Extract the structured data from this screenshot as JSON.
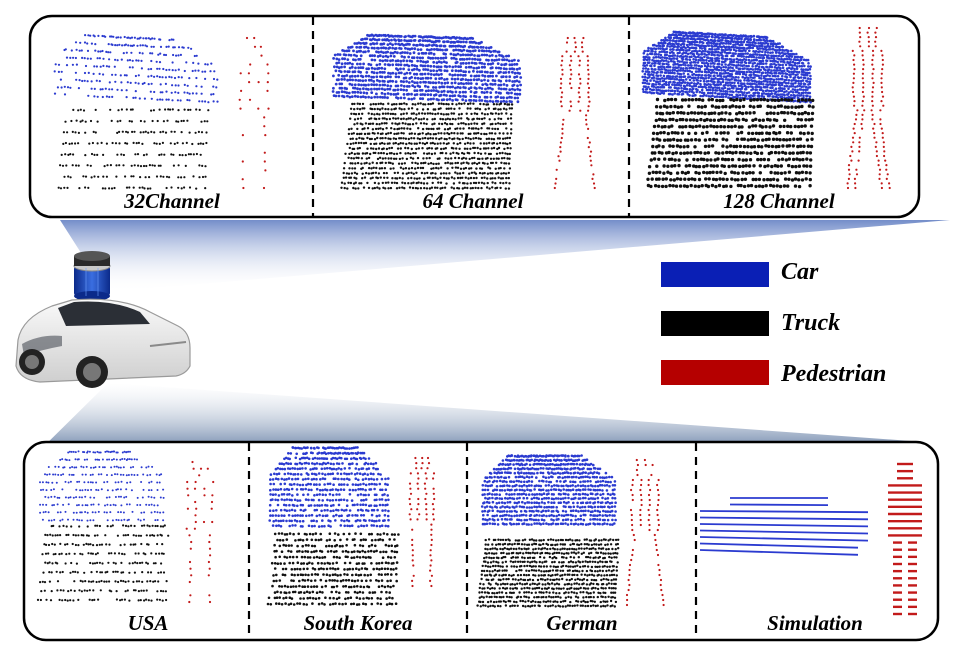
{
  "top_group": {
    "panels": [
      {
        "label": "32Channel"
      },
      {
        "label": "64 Channel"
      },
      {
        "label": "128 Channel"
      }
    ]
  },
  "bottom_group": {
    "panels": [
      {
        "label": "USA"
      },
      {
        "label": "South Korea"
      },
      {
        "label": "German"
      },
      {
        "label": "Simulation"
      }
    ]
  },
  "legend": {
    "items": [
      {
        "label": "Car",
        "color": "#0a1fb5"
      },
      {
        "label": "Truck",
        "color": "#000000"
      },
      {
        "label": "Pedestrian",
        "color": "#b50000"
      }
    ]
  },
  "colors": {
    "car": "#2b3bd0",
    "truck": "#111111",
    "pedestrian": "#c21a1a",
    "frame": "#000000",
    "beam": "#5b79b8"
  },
  "icons": {
    "sensor": "lidar-sensor-icon",
    "vehicle": "white-suv-icon"
  }
}
